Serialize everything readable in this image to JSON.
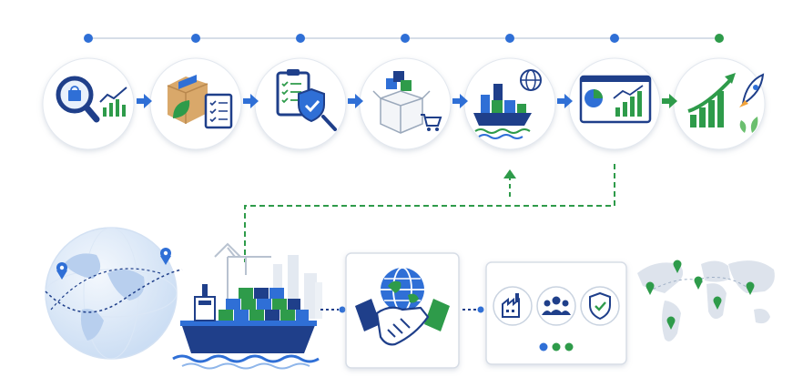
{
  "colors": {
    "navy": "#1f3f8a",
    "blue": "#2f6fd6",
    "light_blue": "#cfe2f8",
    "green": "#2e9b4a",
    "gray_line": "#c9d3e0",
    "panel_border": "#d7dde6"
  },
  "top_steps": [
    {
      "name": "market-research",
      "icons": [
        "magnifier-icon",
        "shopping-bag-icon",
        "line-chart-icon"
      ]
    },
    {
      "name": "packaging-checklist",
      "icons": [
        "cardboard-box-icon",
        "leaf-icon",
        "checklist-icon"
      ]
    },
    {
      "name": "compliance",
      "icons": [
        "clipboard-icon",
        "shield-check-icon",
        "magnifier-icon"
      ]
    },
    {
      "name": "order-fulfillment",
      "icons": [
        "open-box-icon",
        "cubes-icon",
        "shopping-cart-icon"
      ]
    },
    {
      "name": "shipping",
      "icons": [
        "cargo-ship-icon",
        "globe-icon",
        "waves-icon"
      ]
    },
    {
      "name": "analytics",
      "icons": [
        "dashboard-icon",
        "pie-chart-icon",
        "bar-chart-icon"
      ]
    },
    {
      "name": "growth",
      "icons": [
        "growth-arrow-icon",
        "rocket-icon",
        "plant-icon"
      ]
    }
  ],
  "bottom_panels": {
    "partnership": {
      "icons": [
        "globe-icon",
        "handshake-icon"
      ]
    },
    "services": {
      "icons": [
        "factory-icon",
        "people-group-icon",
        "shield-check-icon"
      ],
      "dots": 3
    }
  },
  "map_pins": 6
}
